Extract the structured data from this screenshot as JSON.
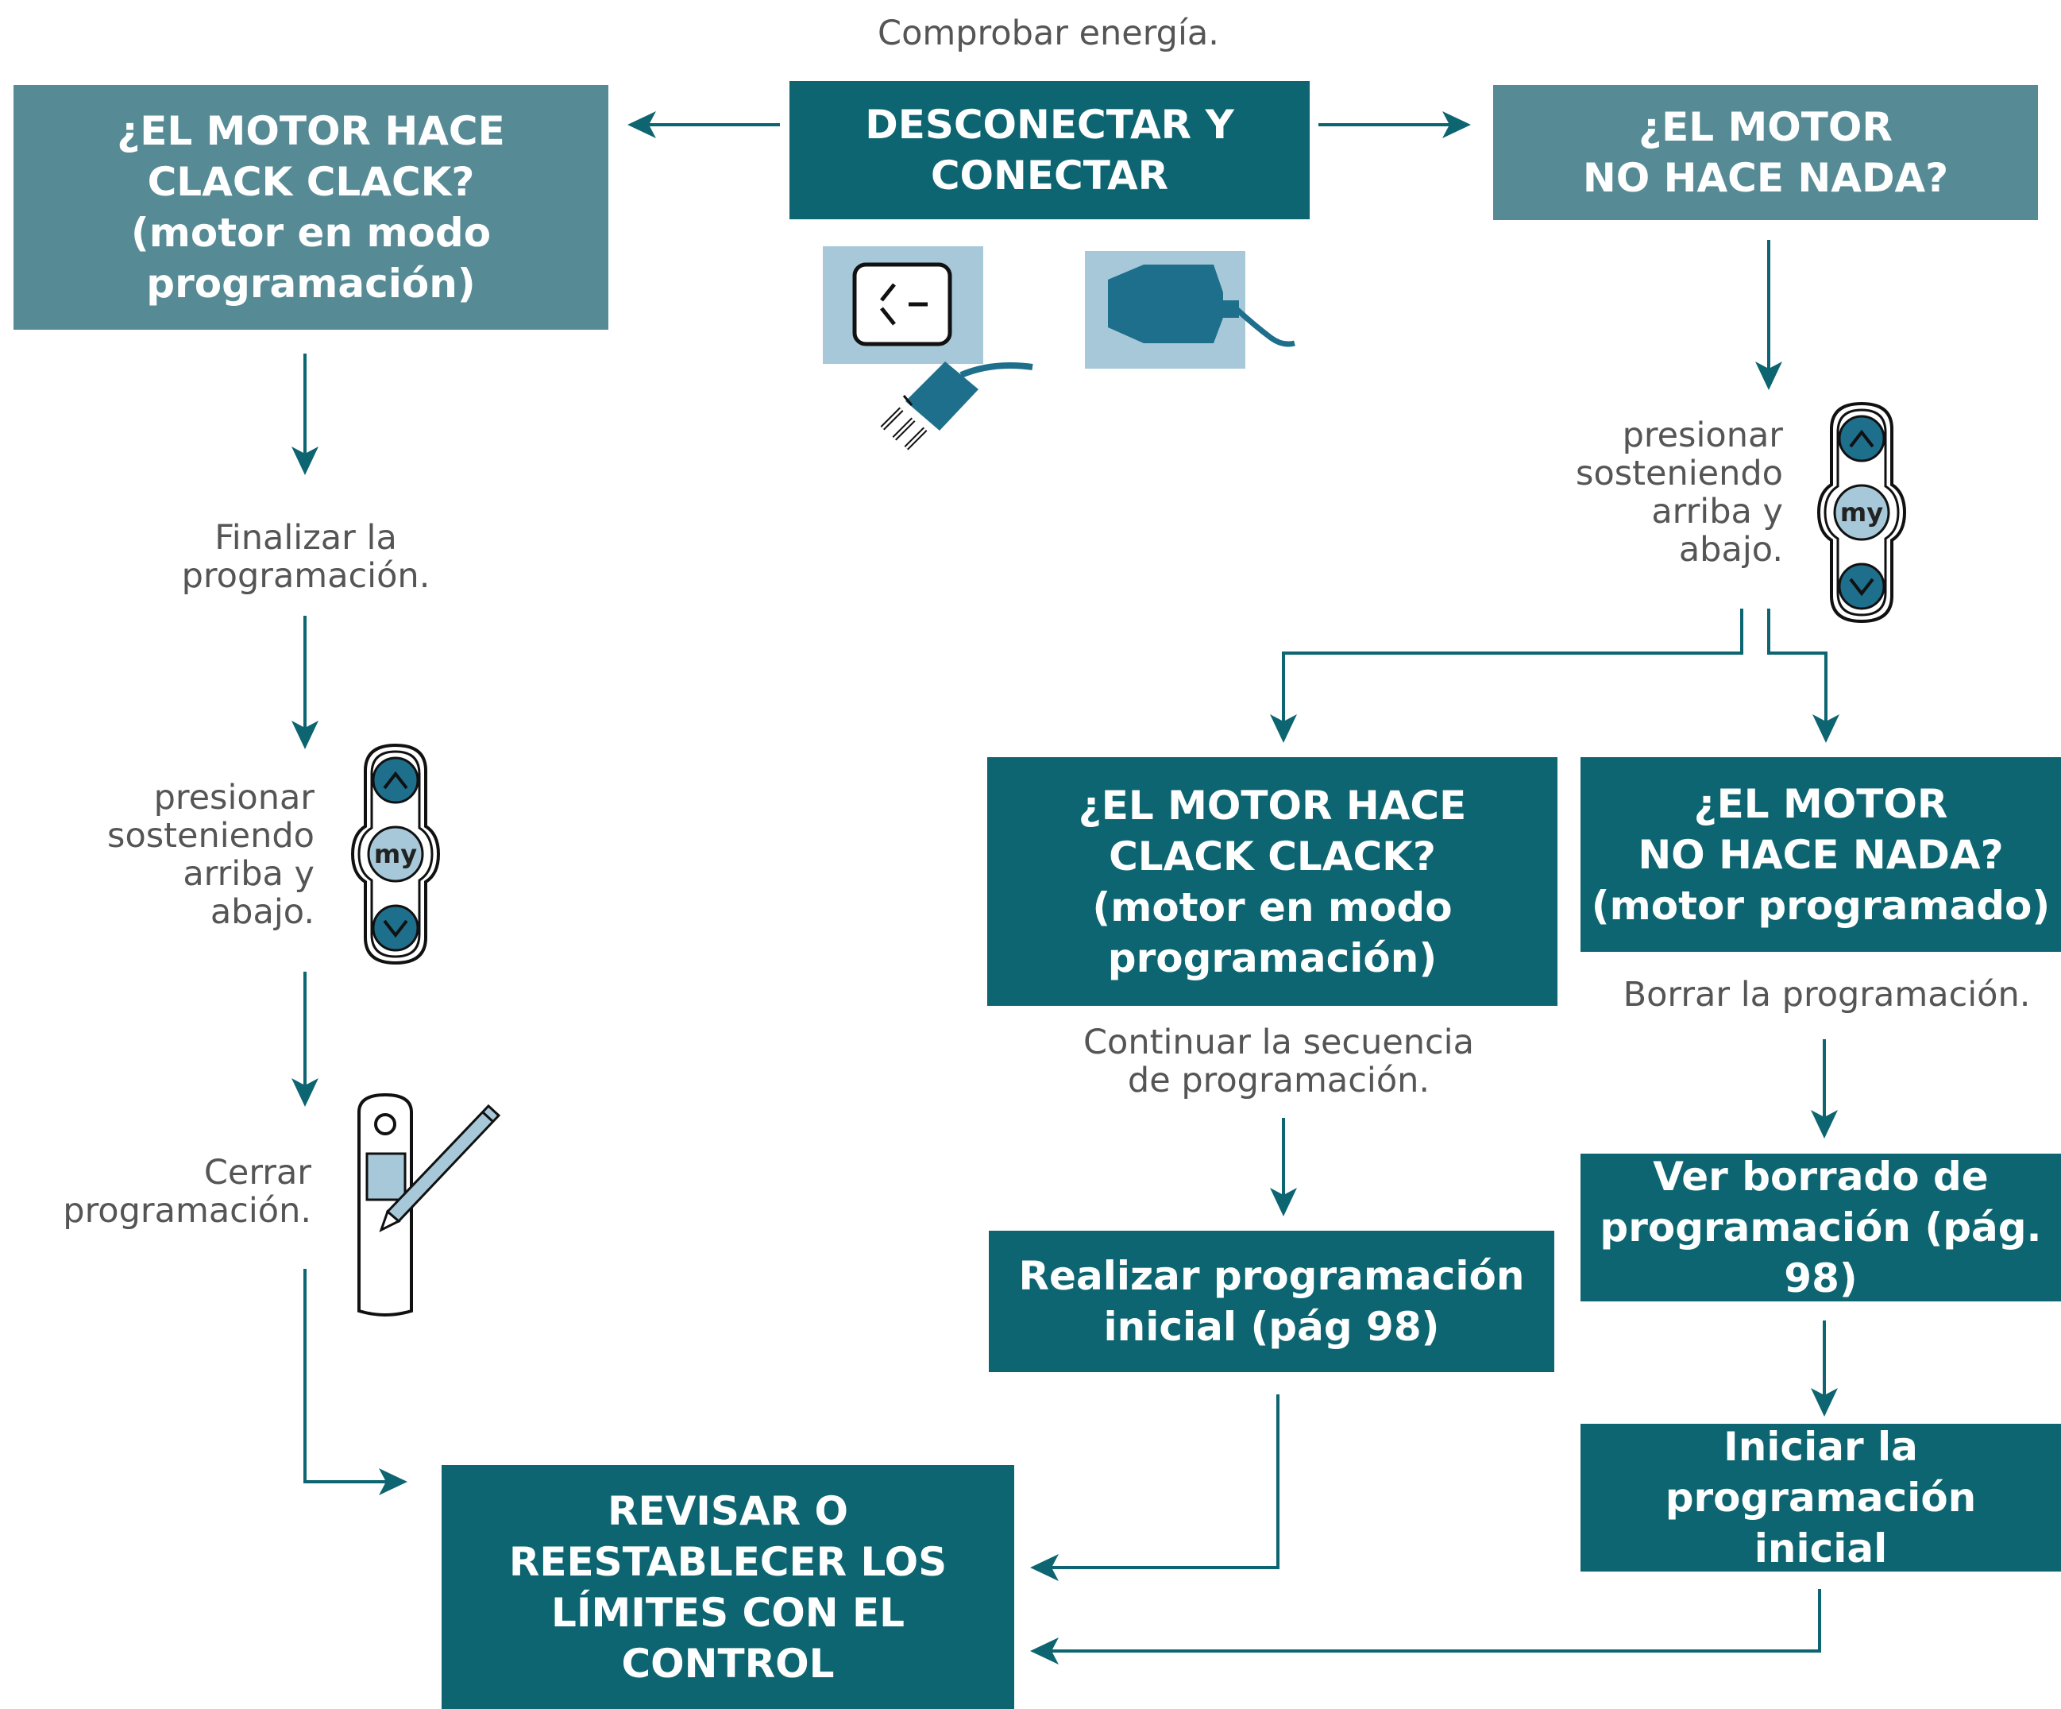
{
  "colors": {
    "box_dark": "#0c6570",
    "box_light": "#568b95",
    "arrow": "#0c6570",
    "note_text": "#555555",
    "icon_light_bg": "#a6c8d8",
    "icon_blue": "#1e6f8c"
  },
  "top_note": "Comprobar energía.",
  "boxes": {
    "disconnect": "DESCONECTAR Y\nCONECTAR",
    "left_clack": "¿EL MOTOR HACE\nCLACK CLACK?\n(motor en modo\nprogramación)",
    "right_nothing": "¿EL MOTOR\nNO HACE NADA?",
    "mid_clack": "¿EL MOTOR HACE\nCLACK CLACK?\n(motor en modo\nprogramación)",
    "right_programmed": "¿EL MOTOR\nNO HACE NADA?\n(motor programado)",
    "initial_prog": "Realizar programación\ninicial (pág 98)",
    "see_erase": "Ver borrado de\nprogramación (pág. 98)",
    "start_initial": "Iniciar la programación\ninicial",
    "review_limits": "REVISAR O\nREESTABLECER LOS\nLÍMITES CON EL\nCONTROL"
  },
  "notes": {
    "finalize": "Finalizar la\nprogramación.",
    "press_left": "presionar\nsosteniendo\narriba y\nabajo.",
    "close_prog": "Cerrar\nprogramación.",
    "press_right": "presionar\nsosteniendo\narriba y\nabajo.",
    "continue_seq": "Continuar la secuencia\nde programación.",
    "erase_prog": "Borrar la programación."
  },
  "remote": {
    "my_label": "my",
    "up_icon": "chevron-up-icon",
    "down_icon": "chevron-down-icon"
  },
  "icons": {
    "outlet": "wall-outlet-icon",
    "plug": "electric-plug-icon",
    "cable_plug": "cable-plug-icon",
    "wall_control": "wall-remote-icon",
    "pen": "pen-icon"
  }
}
